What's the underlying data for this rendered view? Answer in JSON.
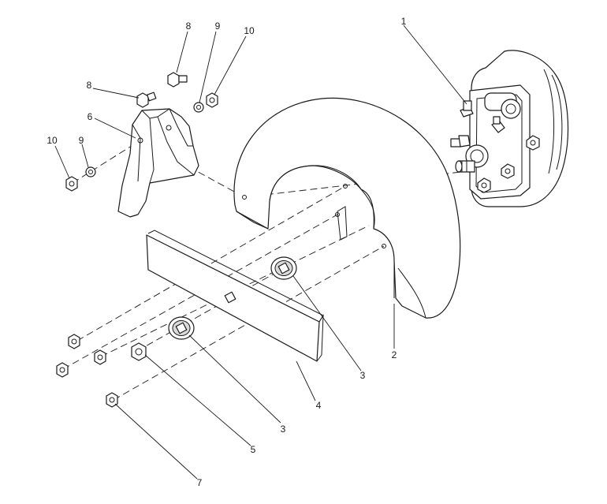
{
  "diagram": {
    "callouts": [
      {
        "id": "c1",
        "text": "1"
      },
      {
        "id": "c2",
        "text": "2"
      },
      {
        "id": "c3a",
        "text": "3"
      },
      {
        "id": "c3b",
        "text": "3"
      },
      {
        "id": "c4",
        "text": "4"
      },
      {
        "id": "c5",
        "text": "5"
      },
      {
        "id": "c6",
        "text": "6"
      },
      {
        "id": "c7",
        "text": "7"
      },
      {
        "id": "c8a",
        "text": "8"
      },
      {
        "id": "c8b",
        "text": "8"
      },
      {
        "id": "c9a",
        "text": "9"
      },
      {
        "id": "c9b",
        "text": "9"
      },
      {
        "id": "c10a",
        "text": "10"
      },
      {
        "id": "c10b",
        "text": "10"
      }
    ]
  }
}
